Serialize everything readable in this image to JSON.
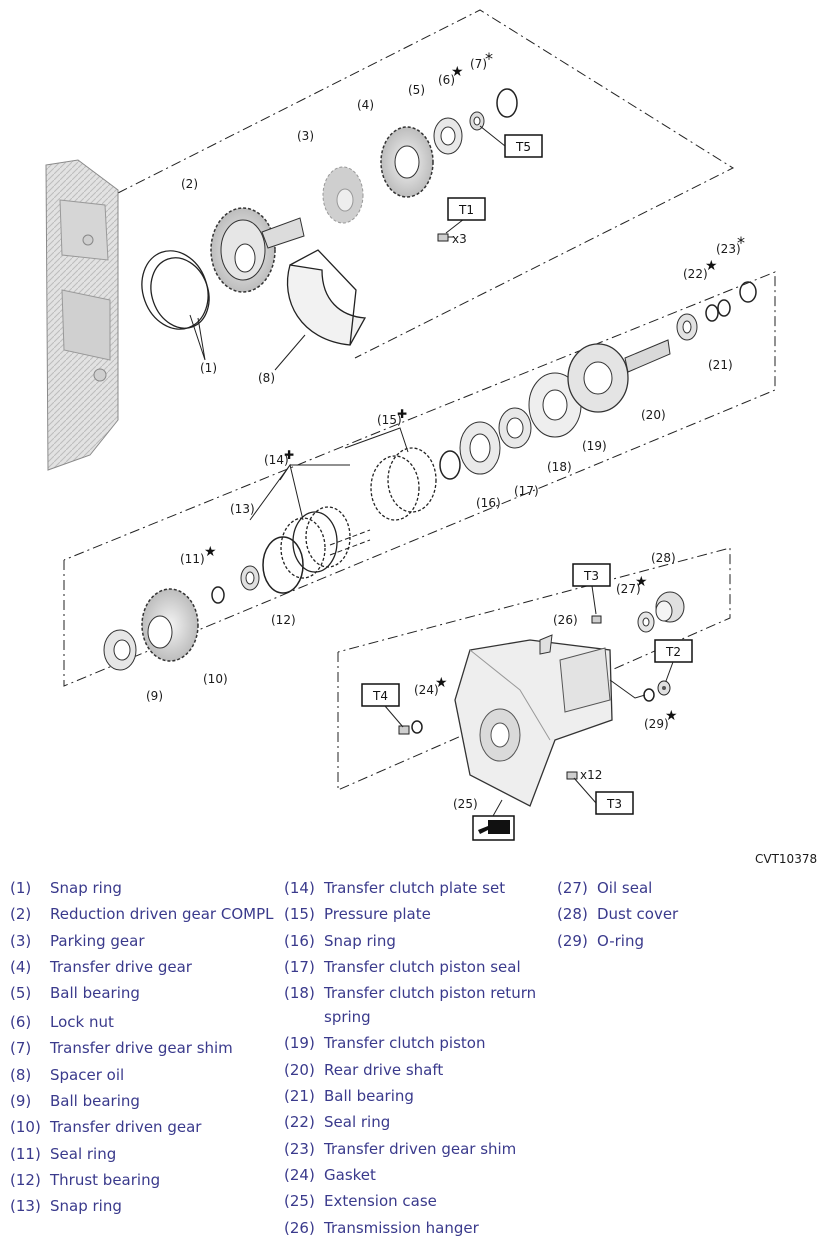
{
  "figure_id": "CVT10378",
  "callouts": {
    "c1": "(1)",
    "c2": "(2)",
    "c3": "(3)",
    "c4": "(4)",
    "c5": "(5)",
    "c6": "(6)",
    "c7": "(7)",
    "c8": "(8)",
    "c9": "(9)",
    "c10": "(10)",
    "c11": "(11)",
    "c12": "(12)",
    "c13": "(13)",
    "c14": "(14)",
    "c15": "(15)",
    "c16": "(16)",
    "c17": "(17)",
    "c18": "(18)",
    "c19": "(19)",
    "c20": "(20)",
    "c21": "(21)",
    "c22": "(22)",
    "c23": "(23)",
    "c24": "(24)",
    "c25": "(25)",
    "c26": "(26)",
    "c27": "(27)",
    "c28": "(28)",
    "c29": "(29)"
  },
  "torque_boxes": {
    "t1": "T1",
    "t2": "T2",
    "t3a": "T3",
    "t3b": "T3",
    "t4": "T4",
    "t5": "T5"
  },
  "quantities": {
    "q1": "x3",
    "q2": "x12"
  },
  "marks": {
    "star": "★",
    "asterisk": "*",
    "clover": "✚"
  },
  "legend": [
    [
      {
        "num": "(1)",
        "name": "Snap ring"
      },
      {
        "num": "(2)",
        "name": "Reduction driven gear COMPL"
      },
      {
        "num": "(3)",
        "name": "Parking gear"
      },
      {
        "num": "(4)",
        "name": "Transfer drive gear"
      },
      {
        "num": "(5)",
        "name": "Ball bearing"
      },
      {
        "num": "(6)",
        "name": "Lock nut"
      },
      {
        "num": "(7)",
        "name": "Transfer drive gear shim"
      },
      {
        "num": "(8)",
        "name": "Spacer oil"
      },
      {
        "num": "(9)",
        "name": "Ball bearing"
      },
      {
        "num": "(10)",
        "name": "Transfer driven gear"
      },
      {
        "num": "(11)",
        "name": "Seal ring"
      },
      {
        "num": "(12)",
        "name": "Thrust bearing"
      },
      {
        "num": "(13)",
        "name": "Snap ring"
      }
    ],
    [
      {
        "num": "(14)",
        "name": "Transfer clutch plate set"
      },
      {
        "num": "(15)",
        "name": "Pressure plate"
      },
      {
        "num": "(16)",
        "name": "Snap ring"
      },
      {
        "num": "(17)",
        "name": "Transfer clutch piston seal"
      },
      {
        "num": "(18)",
        "name": "Transfer clutch piston return spring"
      },
      {
        "num": "(19)",
        "name": "Transfer clutch piston"
      },
      {
        "num": "(20)",
        "name": "Rear drive shaft"
      },
      {
        "num": "(21)",
        "name": "Ball bearing"
      },
      {
        "num": "(22)",
        "name": "Seal ring"
      },
      {
        "num": "(23)",
        "name": "Transfer driven gear shim"
      },
      {
        "num": "(24)",
        "name": "Gasket"
      },
      {
        "num": "(25)",
        "name": "Extension case"
      },
      {
        "num": "(26)",
        "name": "Transmission hanger"
      }
    ],
    [
      {
        "num": "(27)",
        "name": "Oil seal"
      },
      {
        "num": "(28)",
        "name": "Dust cover"
      },
      {
        "num": "(29)",
        "name": "O-ring"
      }
    ]
  ]
}
